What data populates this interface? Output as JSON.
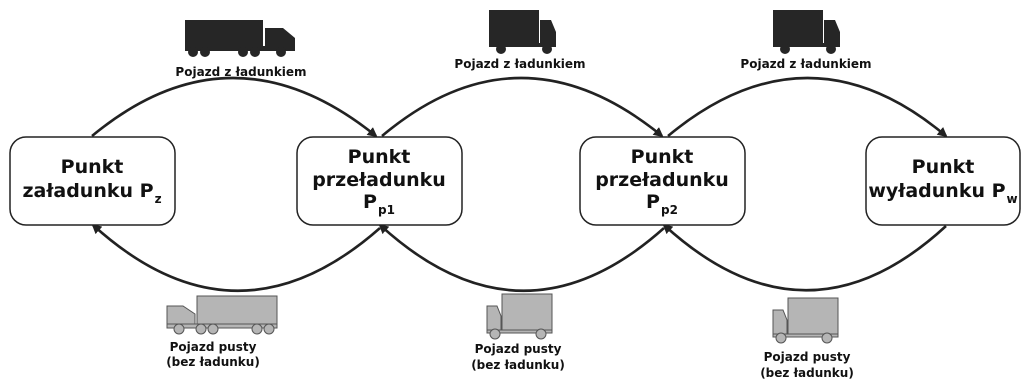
{
  "nodes": [
    {
      "lines": [
        "Punkt",
        "załadunku P"
      ],
      "subscript": "z"
    },
    {
      "lines": [
        "Punkt",
        "przeładunku",
        "P"
      ],
      "subscript": "p1"
    },
    {
      "lines": [
        "Punkt",
        "przeładunku",
        "P"
      ],
      "subscript": "p2"
    },
    {
      "lines": [
        "Punkt",
        "wyładunku P"
      ],
      "subscript": "w"
    }
  ],
  "loaded_label": "Pojazd z ładunkiem",
  "empty_label_line1": "Pojazd pusty",
  "empty_label_line2": "(bez ładunku)",
  "icons": {
    "loaded_vehicle": "truck-icon",
    "empty_vehicle": "truck-icon"
  },
  "colors": {
    "loaded_vehicle": "#262626",
    "empty_vehicle": "#b5b5b5",
    "outline": "#222222"
  }
}
